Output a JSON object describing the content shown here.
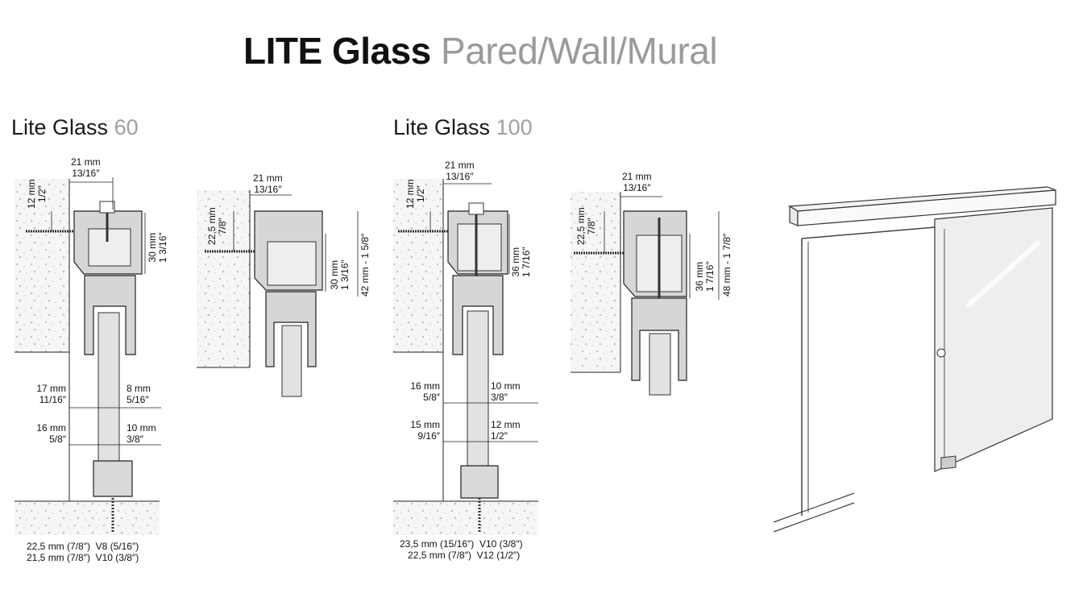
{
  "title": {
    "bold": "LITE Glass",
    "light": "Pared/Wall/Mural"
  },
  "sections": [
    {
      "name": "Lite Glass",
      "model": "60"
    },
    {
      "name": "Lite Glass",
      "model": "100"
    }
  ],
  "dims": {
    "lg60_top_w": [
      "21 mm",
      "13/16″"
    ],
    "lg60_top_h": [
      "12 mm",
      "1/2″"
    ],
    "lg60_track_h": [
      "30 mm",
      "1 3/16″"
    ],
    "lg60b_top_w": [
      "21 mm",
      "13/16″"
    ],
    "lg60b_left_h": [
      "22,5 mm",
      "7/8″"
    ],
    "lg60b_track_h": [
      "30 mm",
      "1 3/16″"
    ],
    "lg60b_total_h": "42 mm - 1 5/8″",
    "lg60_gap1_left": [
      "17 mm",
      "11/16″"
    ],
    "lg60_gap1_right": [
      "8 mm",
      "5/16″"
    ],
    "lg60_gap2_left": [
      "16 mm",
      "5/8″"
    ],
    "lg60_gap2_right": [
      "10 mm",
      "3/8″"
    ],
    "lg60_bottom": [
      "22,5 mm (7/8″)",
      "V8 (5/16″)",
      "21,5 mm (7/8″)",
      "V10 (3/8″)"
    ],
    "lg100_top_w": [
      "21 mm",
      "13/16″"
    ],
    "lg100_top_h": [
      "12 mm",
      "1/2″"
    ],
    "lg100_track_h": [
      "36 mm",
      "1 7/16″"
    ],
    "lg100b_top_w": [
      "21 mm",
      "13/16″"
    ],
    "lg100b_left_h": [
      "22,5 mm",
      "7/8″"
    ],
    "lg100b_track_h": [
      "36 mm",
      "1 7/16″"
    ],
    "lg100b_total_h": "48 mm - 1 7/8″",
    "lg100_gap1_left": [
      "16 mm",
      "5/8″"
    ],
    "lg100_gap1_right": [
      "10 mm",
      "3/8″"
    ],
    "lg100_gap2_left": [
      "15 mm",
      "9/16″"
    ],
    "lg100_gap2_right": [
      "12 mm",
      "1/2″"
    ],
    "lg100_bottom": [
      "23,5 mm (15/16″)",
      "V10 (3/8″)",
      "22,5 mm (7/8″)",
      "V12 (1/2″)"
    ]
  },
  "colors": {
    "text": "#1a1a1a",
    "muted": "#9a9a9a",
    "line": "#222222",
    "profile": "#d9d9d9",
    "glass": "#e6e6e6"
  }
}
